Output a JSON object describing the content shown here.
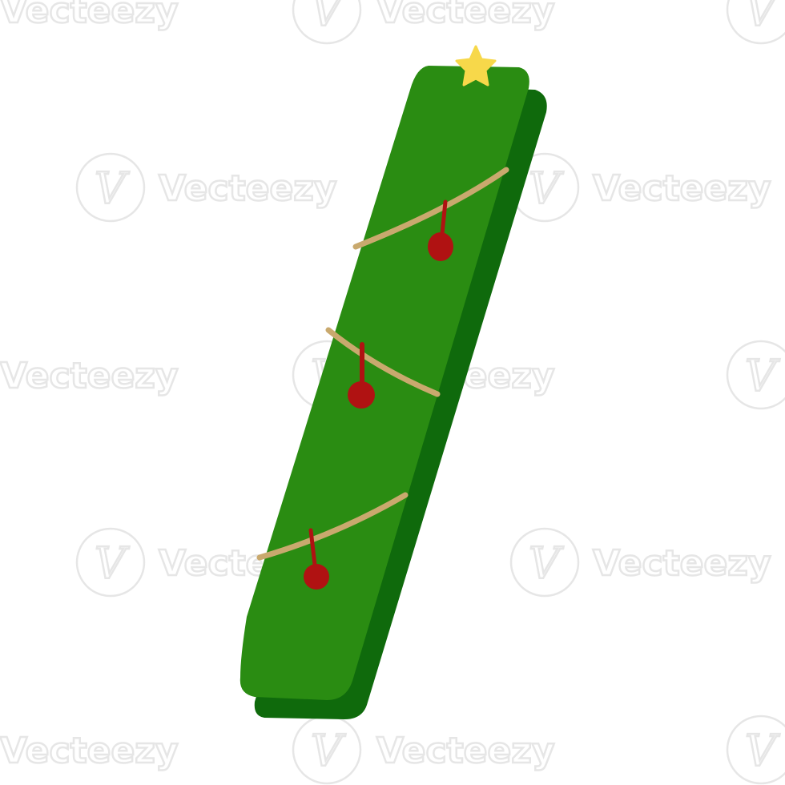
{
  "image": {
    "subject": "",
    "colors": {
      "background": "#ffffff",
      "body_green": "#2a8c12",
      "shadow_green": "#0f6a0c",
      "garland": "#c9a96e",
      "ornament_red": "#b01212",
      "star": "#f7d84a"
    },
    "ornament_count": 3,
    "garland_count": 3
  },
  "watermark": {
    "text": "Vecteezy",
    "logo_letter": "V"
  }
}
